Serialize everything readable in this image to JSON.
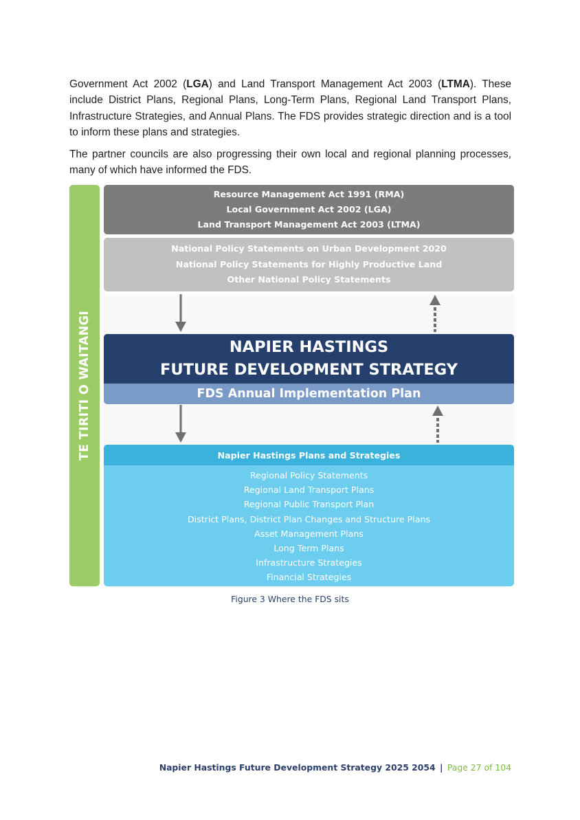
{
  "body": {
    "para1": [
      {
        "t": "Government Act 2002 ("
      },
      {
        "t": "LGA",
        "b": true
      },
      {
        "t": ") and Land Transport Management Act 2003 ("
      },
      {
        "t": "LTMA",
        "b": true
      },
      {
        "t": "). These include District Plans, Regional Plans, Long-Term Plans, Regional Land Transport Plans, Infrastructure Strategies, and Annual Plans. The FDS provides strategic direction and is a tool to inform these plans and strategies."
      }
    ],
    "para2": "The partner councils are also progressing their own local and regional planning processes, many of which have informed the FDS."
  },
  "diagram": {
    "side_label": "TE TIRITI O WAITANGI",
    "legislation": [
      "Resource Management Act 1991 (RMA)",
      "Local Government Act 2002 (LGA)",
      "Land Transport Management Act 2003 (LTMA)"
    ],
    "national_policy": [
      "National Policy Statements on Urban Development 2020",
      "National Policy Statements for Highly Productive Land",
      "Other National Policy Statements"
    ],
    "fds_title": [
      "NAPIER HASTINGS",
      "FUTURE DEVELOPMENT STRATEGY"
    ],
    "fds_plan": "FDS Annual Implementation Plan",
    "plans_header": "Napier Hastings Plans and Strategies",
    "plans": [
      "Regional Policy Statements",
      "Regional Land Transport Plans",
      "Regional Public Transport Plan",
      "District Plans, District Plan Changes and Structure Plans",
      "Asset Management Plans",
      "Long Term Plans",
      "Infrastructure Strategies",
      "Financial Strategies"
    ],
    "colors": {
      "legislation": "#7c7c7c",
      "national_policy": "#c1c1c1",
      "fds_title": "#243f6c",
      "fds_plan": "#7a9ac7",
      "plans_header": "#3bb2db",
      "plans_body": "#6dcdee",
      "tiriti": "#9ccc65",
      "arrow": "#6f6f6f"
    }
  },
  "caption": "Figure 3 Where the FDS sits",
  "footer": {
    "title": "Napier Hastings Future Development Strategy 2025 2054",
    "separator": "|",
    "page": "Page 27 of 104"
  }
}
